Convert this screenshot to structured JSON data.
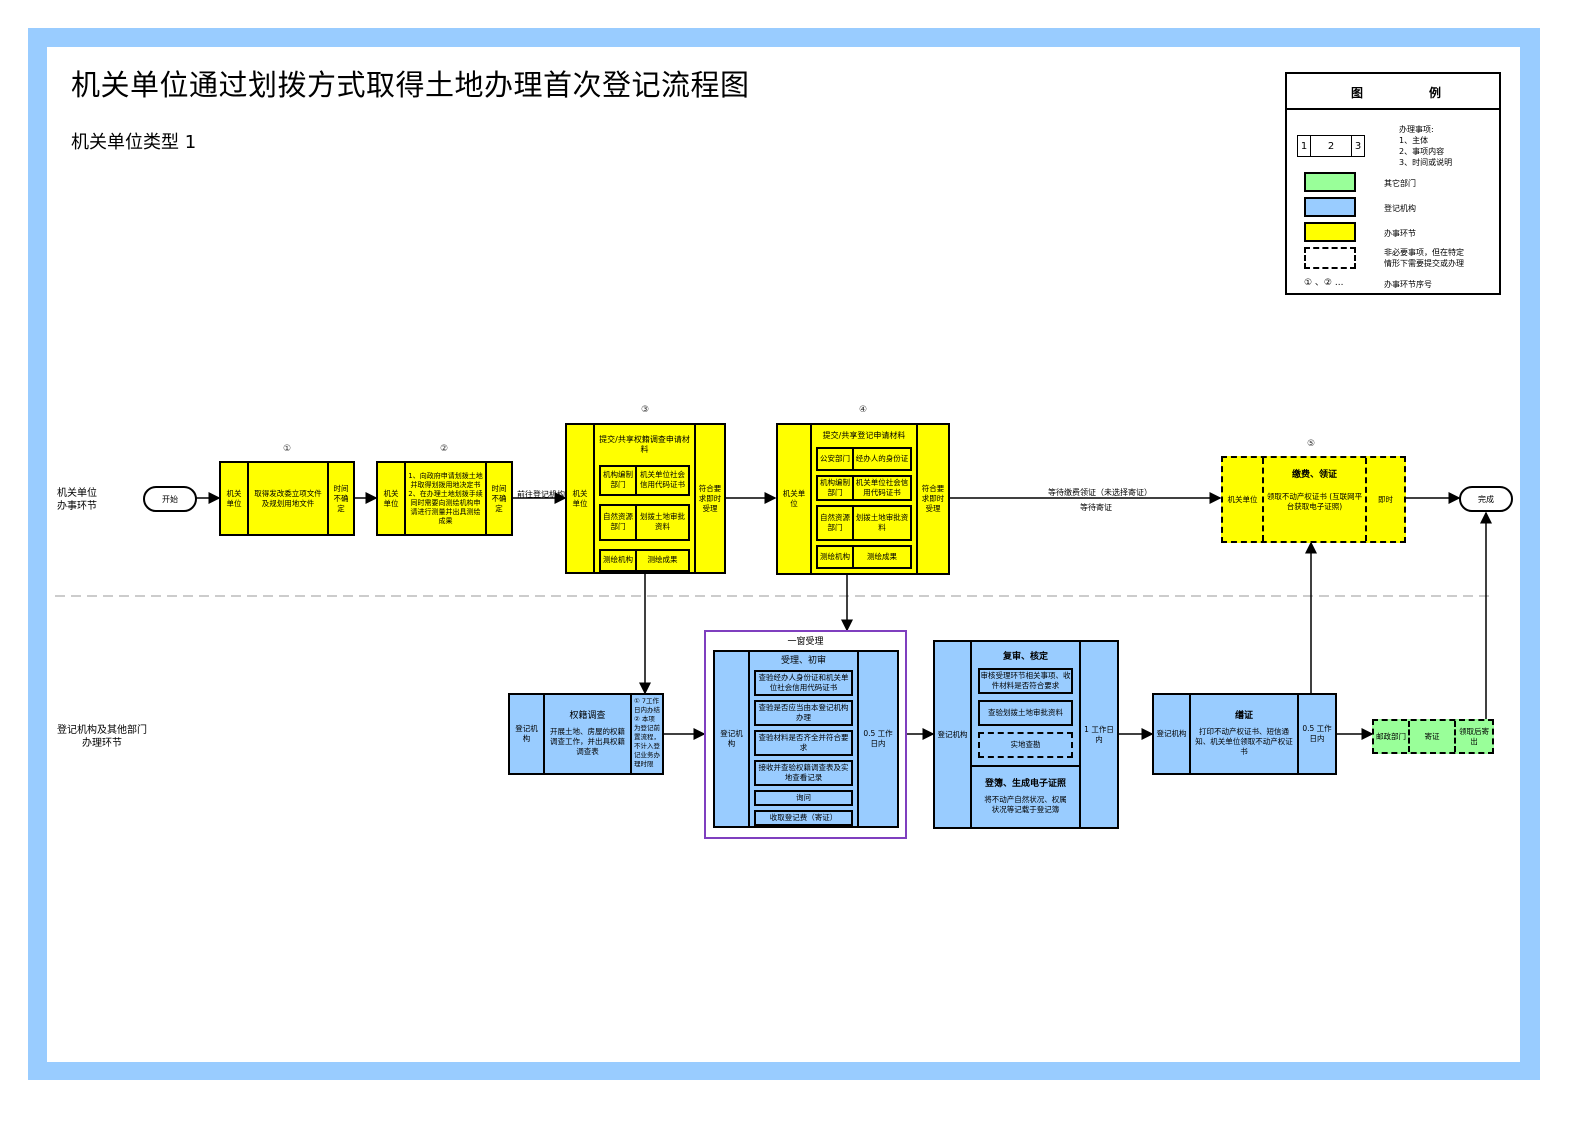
{
  "title": "机关单位通过划拨方式取得土地办理首次登记流程图",
  "subtitle": "机关单位类型 1",
  "colors": {
    "frame": "#99ccff",
    "other_dept": "#99ff99",
    "registration": "#99ccff",
    "applicant_step": "#ffff00",
    "window_border": "#7f3fbf"
  },
  "legend": {
    "title_left": "图",
    "title_right": "例",
    "sample_cells": [
      "1",
      "2",
      "3"
    ],
    "item_desc": [
      "办理事项:",
      "1、主体",
      "2、事项内容",
      "3、时间或说明"
    ],
    "other_dept": "其它部门",
    "registration": "登记机构",
    "applicant_step": "办事环节",
    "optional": [
      "非必要事项，但在特定",
      "情形下需要提交或办理"
    ],
    "seq_sample": "① 、② ...",
    "seq_desc": "办事环节序号"
  },
  "lanes": {
    "applicant": [
      "机关单位",
      "办事环节"
    ],
    "registry": [
      "登记机构及其他部门",
      "办理环节"
    ]
  },
  "start": "开始",
  "end": "完成",
  "steps": {
    "s1": {
      "no": "①",
      "subject": "机关单位",
      "content": "取得发改委立项文件及规划用地文件",
      "time": "时间不确定"
    },
    "s2": {
      "no": "②",
      "subject": "机关单位",
      "content": "1、向政府申请划拨土地并取得划拨用地决定书 2、在办理土地划拨手续同时需要向测绘机构申请进行测量并出具测绘成果",
      "time": "时间不确定"
    },
    "s3": {
      "no": "③",
      "subject": "机关单位",
      "header": "提交/共享权籍调查申请材料",
      "time": "符合要求即时受理",
      "items": [
        {
          "dept": "机构编制部门",
          "doc": "机关单位社会信用代码证书"
        },
        {
          "dept": "自然资源部门",
          "doc": "划拨土地审批资料"
        },
        {
          "dept": "测绘机构",
          "doc": "测绘成果"
        }
      ]
    },
    "s4": {
      "no": "④",
      "subject": "机关单位",
      "header": "提交/共享登记申请材料",
      "time": "符合要求即时受理",
      "items": [
        {
          "dept": "公安部门",
          "doc": "经办人的身份证"
        },
        {
          "dept": "机构编制部门",
          "doc": "机关单位社会信用代码证书"
        },
        {
          "dept": "自然资源部门",
          "doc": "划拨土地审批资料"
        },
        {
          "dept": "测绘机构",
          "doc": "测绘成果"
        }
      ]
    },
    "s5": {
      "no": "⑤",
      "subject": "机关单位",
      "header": "缴费、领证",
      "content": "领取不动产权证书 (互联网平台获取电子证照)",
      "time": "即时"
    }
  },
  "arrow_labels": {
    "to_registry": "前往登记机构",
    "wait_pay": "等待缴费领证（未选择寄证）",
    "wait_mail": "等待寄证"
  },
  "registry": {
    "survey": {
      "subject": "登记机构",
      "header": "权籍调查",
      "content": "开展土地、房屋的权籍调查工作，并出具权籍调查表",
      "note": "① 7工作日内办结 ② 本项为登记前置流程，不计入登记业务办理时限"
    },
    "window": {
      "label": "一窗受理",
      "subject": "登记机构",
      "header": "受理、初审",
      "items": [
        "查验经办人身份证和机关单位社会信用代码证书",
        "查验是否应当由本登记机构办理",
        "查验材料是否齐全并符合要求",
        "接收并查验权籍调查表及实地查看记录",
        "询问",
        "收取登记费（寄证）"
      ],
      "time": "0.5 工作日内"
    },
    "review": {
      "subject": "登记机构",
      "header": "复审、核定",
      "items": [
        "审核受理环节相关事项、收件材料是否符合要求",
        "查验划拨土地审批资料"
      ],
      "optional_item": "实地查勘",
      "header2": "登簿、生成电子证照",
      "content2": "将不动产自然状况、权属状况等记载于登记簿",
      "time": "1 工作日内"
    },
    "certificate": {
      "subject": "登记机构",
      "header": "缮证",
      "content": "打印不动产权证书、短信通知、机关单位领取不动产权证书",
      "time": "0.5 工作日内"
    },
    "post": {
      "subject": "邮政部门",
      "content": "寄证",
      "note": "领取后寄出"
    }
  }
}
